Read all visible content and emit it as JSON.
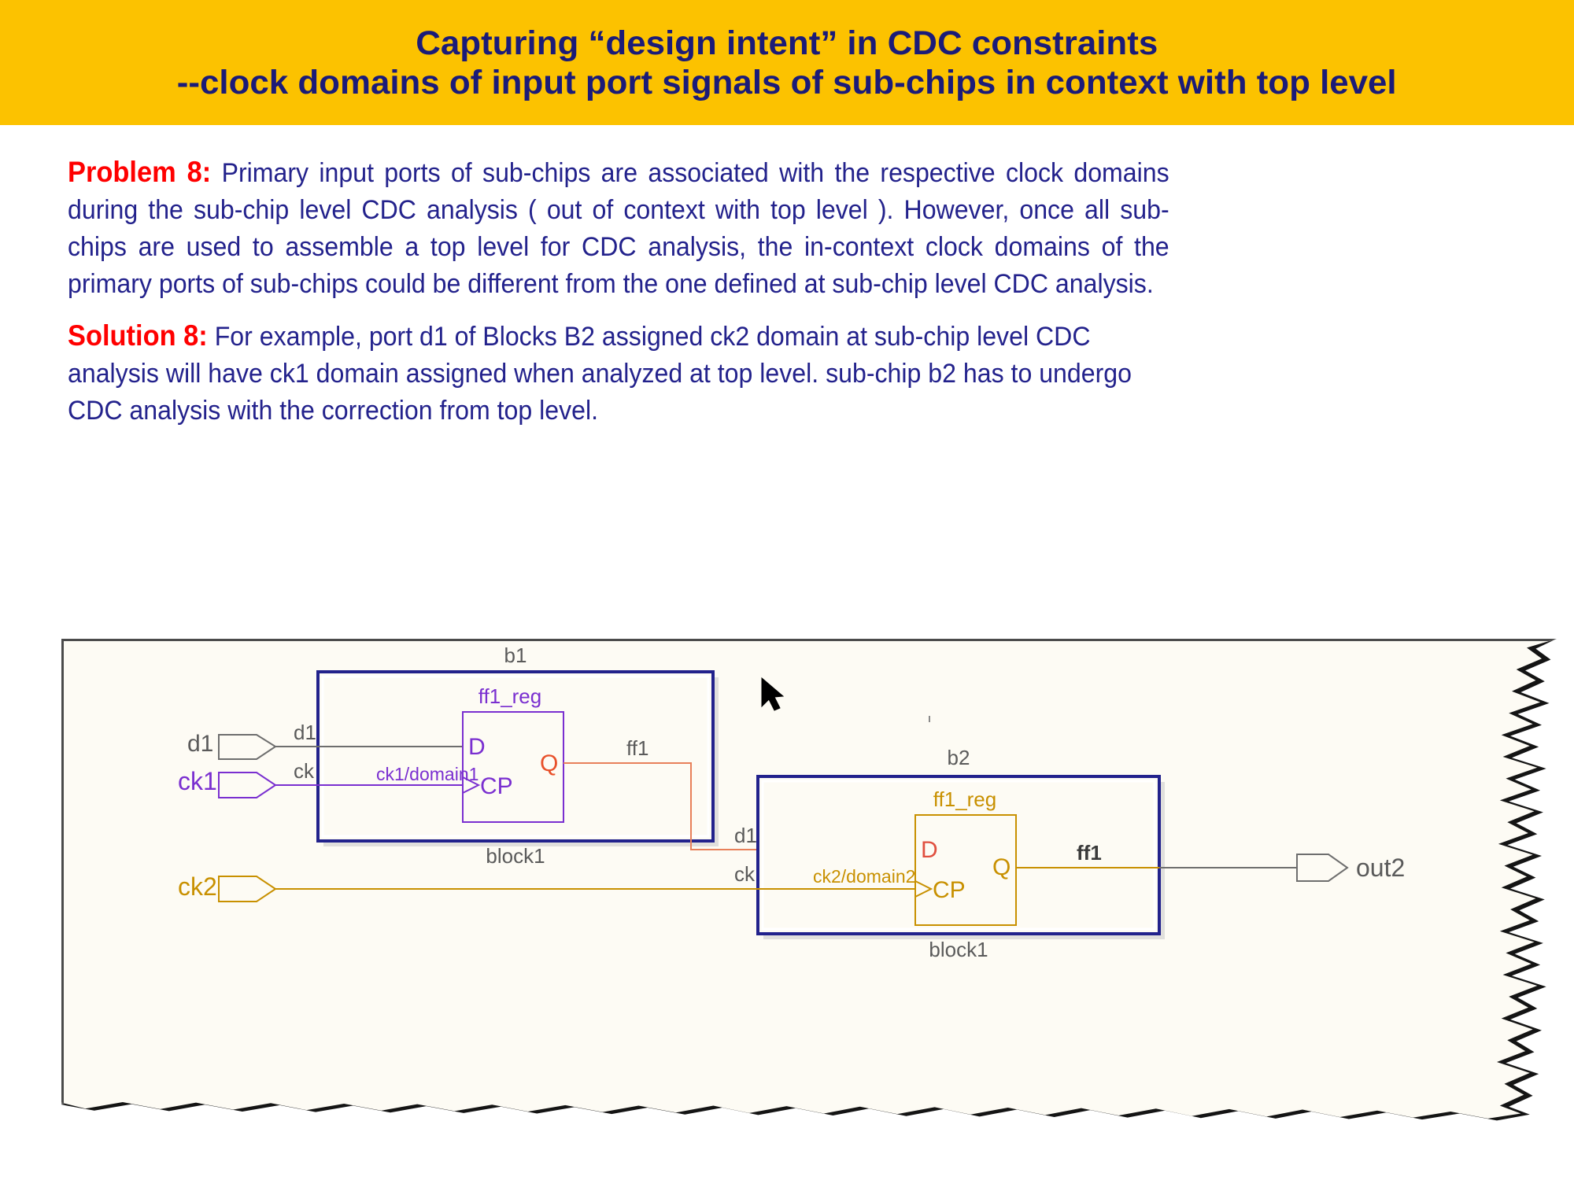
{
  "slide": {
    "title": "Capturing “design intent” in CDC  constraints\n--clock domains of  input port signals of sub-chips  in context with top level",
    "title_bg": "#FCC200",
    "title_color": "#1B1B78"
  },
  "problem": {
    "lead": "Problem 8:",
    "lead_color": "#FF0000",
    "text": " Primary input ports of sub-chips are associated with the respective clock domains during the sub-chip level CDC analysis ( out of context with top level ). However, once all sub-chips are used to assemble a top level for CDC analysis, the in-context clock domains  of the primary ports of sub-chips could be different from the one defined at sub-chip level CDC analysis."
  },
  "solution": {
    "lead": "Solution 8:",
    "lead_color": "#FF0000",
    "text": " For example, port d1 of Blocks B2 assigned ck2 domain at sub-chip level CDC analysis will have ck1 domain assigned when analyzed at top level. sub-chip b2 has to undergo CDC analysis with the correction from top level."
  },
  "diagram": {
    "background": "#FDFBF4",
    "colors": {
      "block_border": "#22228C",
      "reg1": "#7A2FD0",
      "reg2": "#C89000",
      "wire_gray": "#6E6E6E",
      "wire_orange": "#E8805A",
      "label_gray": "#5A5A5A",
      "q_red": "#E8502A",
      "d_red": "#E05040"
    },
    "ports": [
      {
        "name": "d1",
        "color": "#6E6E6E"
      },
      {
        "name": "ck1",
        "color": "#7A2FD0"
      },
      {
        "name": "ck2",
        "color": "#C89000"
      },
      {
        "name": "out2",
        "color": "#6E6E6E"
      }
    ],
    "blocks": [
      {
        "name": "b1",
        "footer": "block1",
        "reg_name": "ff1_reg",
        "pin_in_d": "d1",
        "pin_in_ck": "ck",
        "domain_label": "ck1/domain1",
        "pin_d": "D",
        "pin_cp": "CP",
        "pin_q": "Q",
        "out_net": "ff1"
      },
      {
        "name": "b2",
        "footer": "block1",
        "reg_name": "ff1_reg",
        "pin_in_d": "d1",
        "pin_in_ck": "ck",
        "domain_label": "ck2/domain2",
        "pin_d": "D",
        "pin_cp": "CP",
        "pin_q": "Q",
        "out_net": "ff1"
      }
    ],
    "cursor": {
      "icon": "mouse-pointer"
    }
  }
}
